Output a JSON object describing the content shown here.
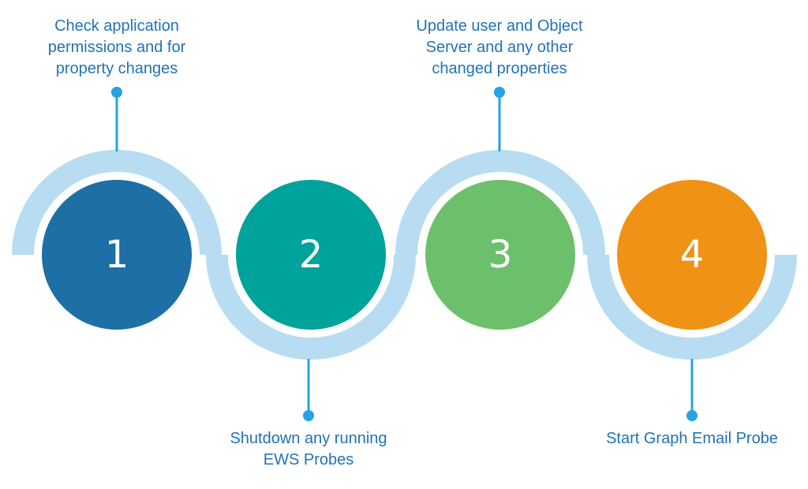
{
  "diagram": {
    "type": "process-wave-timeline",
    "step_count": 4
  },
  "colors": {
    "ribbon": "#B8DDF2",
    "connector": "#27A2E2",
    "label_text": "#2173B6",
    "number_text": "#FFFFFF"
  },
  "steps": [
    {
      "number": "1",
      "label": "Check application permissions and for property changes",
      "circle_color": "#1E6FA6",
      "label_position": "top"
    },
    {
      "number": "2",
      "label": "Shutdown any running EWS Probes",
      "circle_color": "#00A39B",
      "label_position": "bottom"
    },
    {
      "number": "3",
      "label": "Update user and Object Server and any other changed properties",
      "circle_color": "#6DC06B",
      "label_position": "top"
    },
    {
      "number": "4",
      "label": "Start Graph Email Probe",
      "circle_color": "#EF9216",
      "label_position": "bottom"
    }
  ]
}
